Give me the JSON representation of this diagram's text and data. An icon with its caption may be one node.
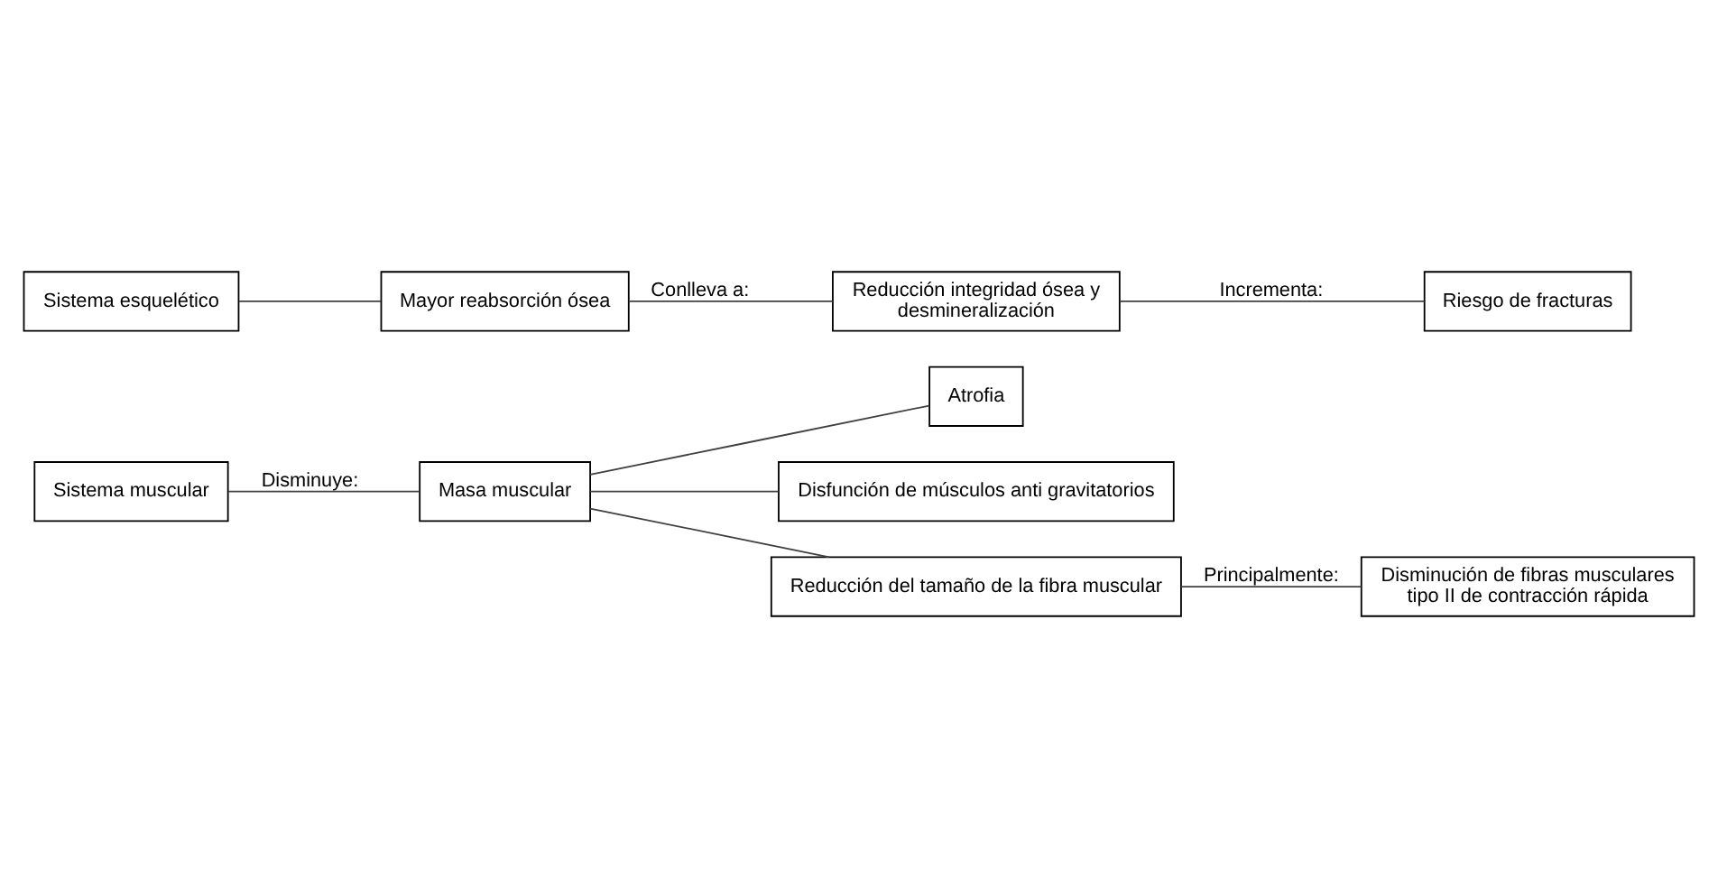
{
  "diagram": {
    "nodes": [
      {
        "text": [
          "Sistema muscular"
        ]
      },
      {
        "text": [
          "Masa muscular"
        ]
      },
      {
        "text": [
          "Atrofia"
        ]
      },
      {
        "text": [
          "Disfunción de músculos anti gravitatorios"
        ]
      },
      {
        "text": [
          "Reducción del tamaño de la fibra muscular"
        ]
      },
      {
        "text": [
          "Disminución de fibras musculares tipo II de contracción rápida"
        ]
      },
      {
        "text": [
          "Sistema esquelético"
        ]
      },
      {
        "text": [
          "Mayor reabsorción ósea"
        ]
      },
      {
        "text": [
          "Reducción integridad ósea y desmineralización"
        ]
      },
      {
        "text": [
          "Riesgo de fracturas"
        ]
      }
    ],
    "edges": [
      {
        "from": 0,
        "to": 1,
        "arrow": "none",
        "label": "Disminuye:"
      },
      {
        "from": 1,
        "to": 2,
        "arrow": "none"
      },
      {
        "from": 1,
        "to": 3,
        "arrow": "none"
      },
      {
        "from": 1,
        "to": 4,
        "arrow": "none"
      },
      {
        "from": 4,
        "to": 5,
        "arrow": "none",
        "label": "Principalmente:"
      },
      {
        "from": 6,
        "to": 7,
        "arrow": "none"
      },
      {
        "from": 7,
        "to": 8,
        "arrow": "none",
        "label": "Conlleva a:"
      },
      {
        "from": 8,
        "to": 9,
        "arrow": "none",
        "label": "Incrementa:"
      }
    ]
  }
}
